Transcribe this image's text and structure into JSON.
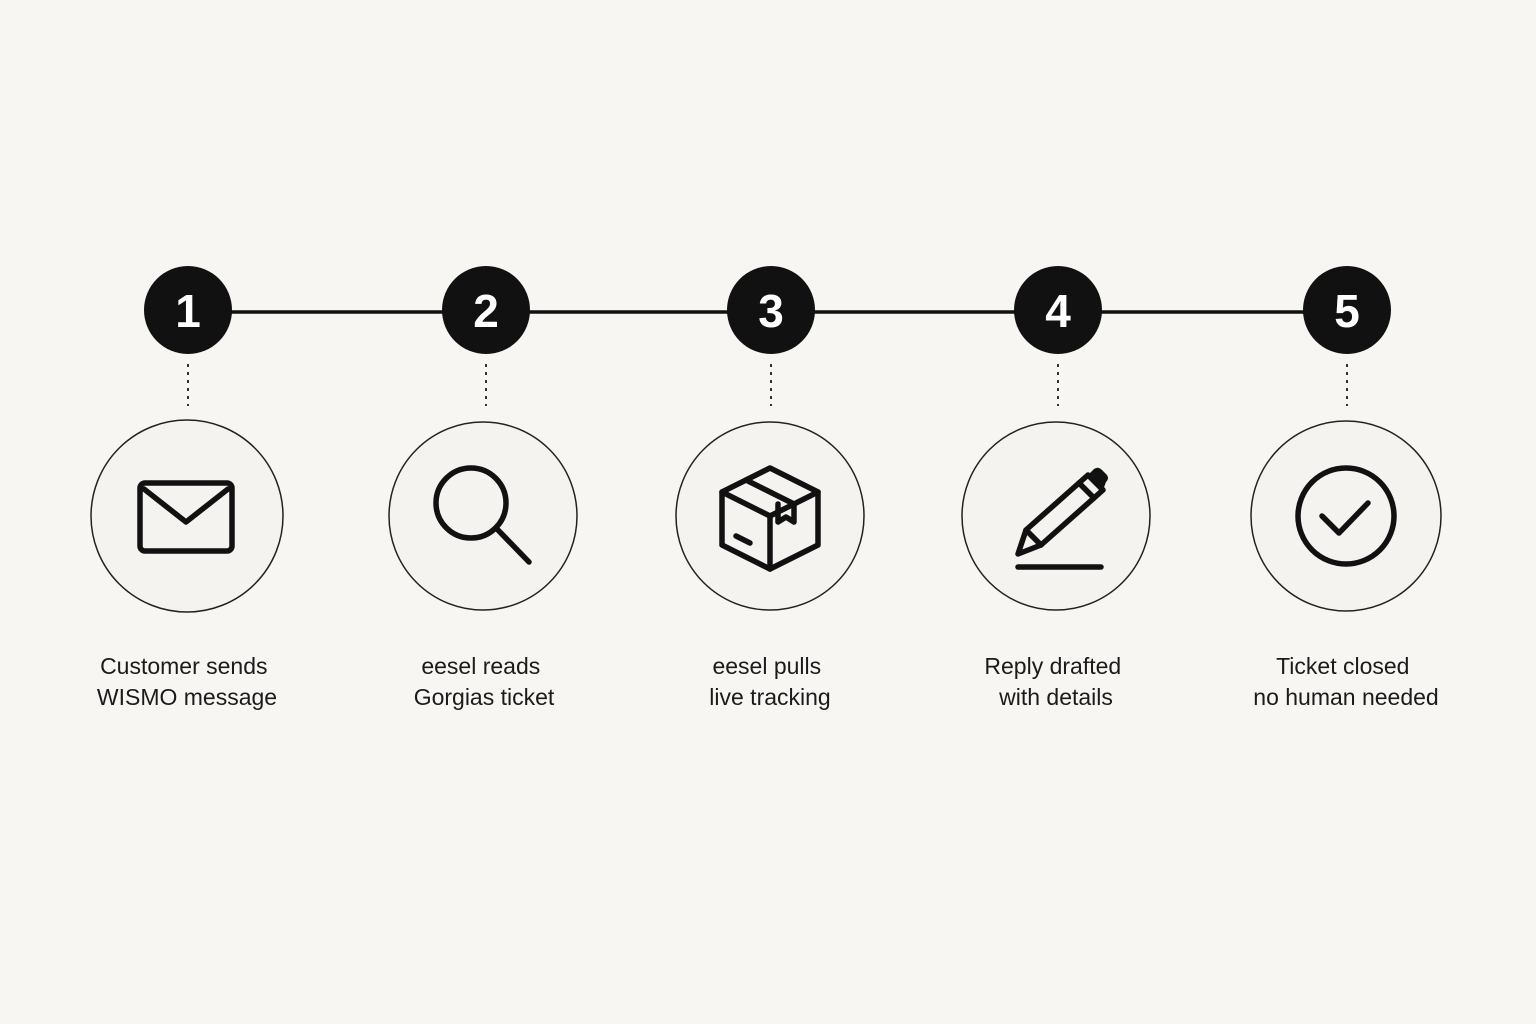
{
  "colors": {
    "background": "#f8f6f2",
    "node_fill": "#111111",
    "node_text": "#ffffff",
    "line": "#111111",
    "icon_circle_fill": "#f5f3ef",
    "icon_circle_stroke": "#222222",
    "label_text": "#1b1b1b"
  },
  "steps": [
    {
      "number": "1",
      "icon": "envelope-icon",
      "label_line1": "Customer sends",
      "label_line2": "WISMO message"
    },
    {
      "number": "2",
      "icon": "magnifier-icon",
      "label_line1": "eesel reads",
      "label_line2": "Gorgias ticket"
    },
    {
      "number": "3",
      "icon": "package-box-icon",
      "label_line1": "eesel pulls",
      "label_line2": "live tracking"
    },
    {
      "number": "4",
      "icon": "pencil-icon",
      "label_line1": "Reply drafted",
      "label_line2": "with details"
    },
    {
      "number": "5",
      "icon": "check-circle-icon",
      "label_line1": "Ticket closed",
      "label_line2": "no human needed"
    }
  ]
}
